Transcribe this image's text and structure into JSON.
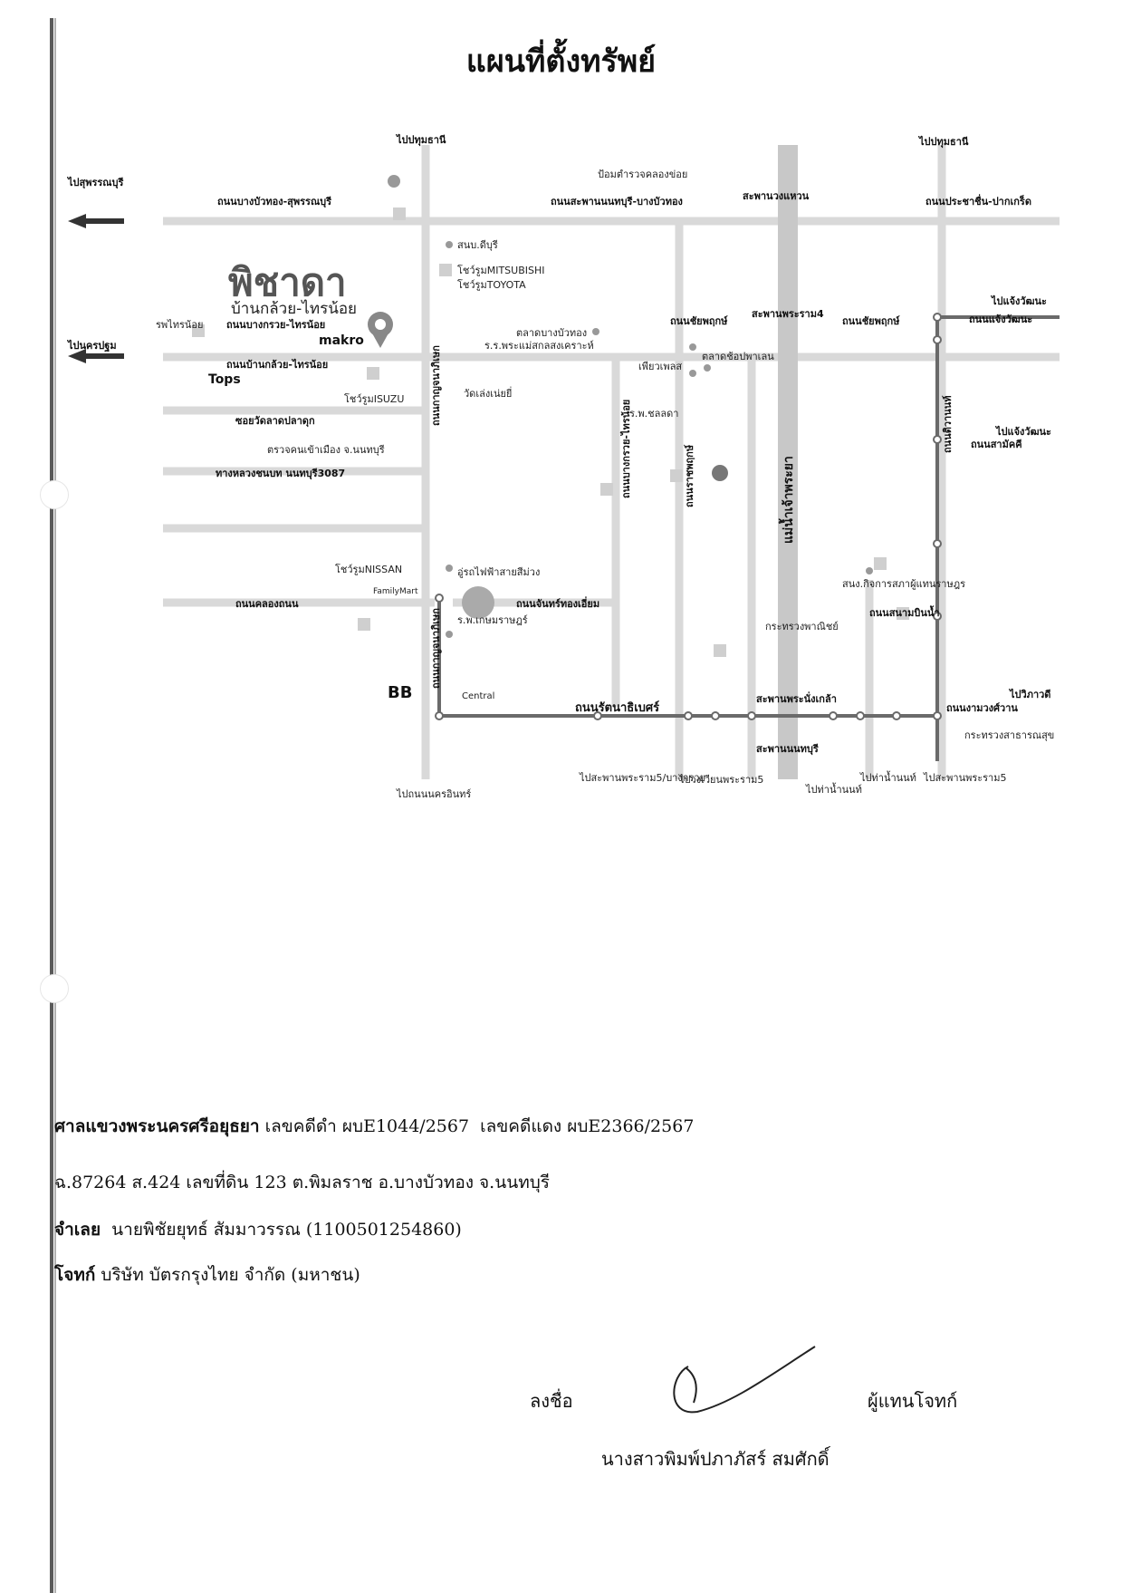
{
  "title": "แผนที่ตั้งทรัพย์",
  "map": {
    "brand": "พิชาดา",
    "brand_sub": "บ้านกล้วย-ไทรน้อย",
    "labels": {
      "to_suphan": "ไปสุพรรณบุรี",
      "to_pathum_1": "ไปปทุมธานี",
      "to_pathum_2": "ไปปทุมธานี",
      "to_nakhonpathom": "ไปนครปฐม",
      "rd_bangbuathong_suphan": "ถนนบางบัวทอง-สุพรรณบุรี",
      "police": "ป้อมตำรวจคลองข่อย",
      "rd_nonthaburi_bangbuathong": "ถนนสะพานนนทบุรี-บางบัวทอง",
      "br_wongwaen": "สะพานวงแหวน",
      "rd_prachachuen": "ถนนประชาชื่น-ปากเกร็ด",
      "sanbiburi": "สนบ.ดีบุรี",
      "mitsubishi": "โชว์รูมMITSUBISHI",
      "toyota": "โชว์รูมTOYOTA",
      "hosp_sainoi": "รพไทรน้อย",
      "rd_bangkruai_sainoi": "ถนนบางกรวย-ไทรน้อย",
      "makro": "makro",
      "market_bangbuathong": "ตลาดบางบัวทอง",
      "school": "ร.ร.พระแม่สกลสงเคราะห์",
      "rd_chaiyaphruek_1": "ถนนชัยพฤกษ์",
      "br_rama4": "สะพานพระราม4",
      "rd_chaiyaphruek_2": "ถนนชัยพฤกษ์",
      "to_chaengwattana_1": "ไปแจ้งวัฒนะ",
      "rd_chaengwattana": "ถนนแจ้งวัฒนะ",
      "rd_bankluai_sainoi": "ถนนบ้านกล้วย-ไทรน้อย",
      "tops": "Tops",
      "pure_place": "เพียวเพลส",
      "market_chop": "ตลาดช้อปพาเลน",
      "wat_laengnoi": "วัดเล่งเน่ยยี่",
      "isuzu": "โชว์รูมISUZU",
      "soi_wat": "ซอยวัดลาดปลาดุก",
      "hosp_chonlada": "ร.พ.ชลลดา",
      "rd_ratchaphruek": "ถนนราชพฤกษ์",
      "rd_bangkruai_sainoi_v": "ถนนบางกรวย-ไทรน้อย",
      "rd_kanchanaphisek": "ถนนกาญจนาภิเษก",
      "rd_kanchanaphisek_2": "ถนนกาญจนาภิเษก",
      "immigration": "ตรวจคนเข้าเมือง จ.นนทบุรี",
      "highway_3087": "ทางหลวงชนบท นนทบุรี3087",
      "to_chaengwattana_2": "ไปแจ้งวัฒนะ",
      "rd_samakkhi": "ถนนสามัคคี",
      "rd_tiwanon": "ถนนติวานนท์",
      "chao_phraya": "แม่น้ำเจ้าพระยา",
      "nissan": "โชว์รูมNISSAN",
      "depot": "อู่รถไฟฟ้าสายสีม่วง",
      "rd_chan_klongkhoi": "ถนนจันทร์ทองเอี่ยม",
      "familymart": "FamilyMart",
      "rd_khlongbon": "ถนนคลองถนน",
      "hosp_kasemrad": "ร.พ.เกษมราษฎร์",
      "office_council": "สนง.กิจการสภาผู้แทนราษฎร",
      "rd_sanambinnam": "ถนนสนามบินน้ำ",
      "commerce": "กระทรวงพาณิชย์",
      "central": "Central",
      "rd_rattanathibet": "ถนนรัตนาธิเบศร์",
      "br_phra_nangklao": "สะพานพระนั่งเกล้า",
      "rd_ngamwongwan": "ถนนงามวงศ์วาน",
      "to_vibhavadi": "ไปวิภาวดี",
      "public_health": "กระทรวงสาธารณสุข",
      "br_nonthaburi": "สะพานนนทบุรี",
      "to_rama5_1": "ไปสะพานพระราม5/บางกรวย",
      "to_wongwian": "ไปวงเวียนพระราม5",
      "to_pier_1": "ไปท่าน้ำนนท์",
      "to_pier_2": "ไปท่าน้ำนนท์",
      "to_rama5_2": "ไปสะพานพระราม5",
      "to_ratchaphruek": "ไปถนนนครอินทร์",
      "bb": "BB"
    }
  },
  "info": {
    "court_label": "ศาลแขวงพระนครศรีอยุธยา",
    "case_black": "เลขคดีดำ ผบE1044/2567",
    "case_red": "เลขคดีแดง ผบE2366/2567",
    "deed": "ฉ.87264 ส.424 เลขที่ดิน 123 ต.พิมลราช อ.บางบัวทอง จ.นนทบุรี",
    "defendant_label": "จำเลย",
    "defendant": "นายพิชัยยุทธ์ สัมมาวรรณ (1100501254860)",
    "plaintiff_label": "โจทก์",
    "plaintiff": "บริษัท บัตรกรุงไทย จำกัด (มหาชน)"
  },
  "signature": {
    "sign_label": "ลงชื่อ",
    "role": "ผู้แทนโจทก์",
    "name": "นางสาวพิมพ์ปภาภัสร์ สมศักดิ์"
  }
}
